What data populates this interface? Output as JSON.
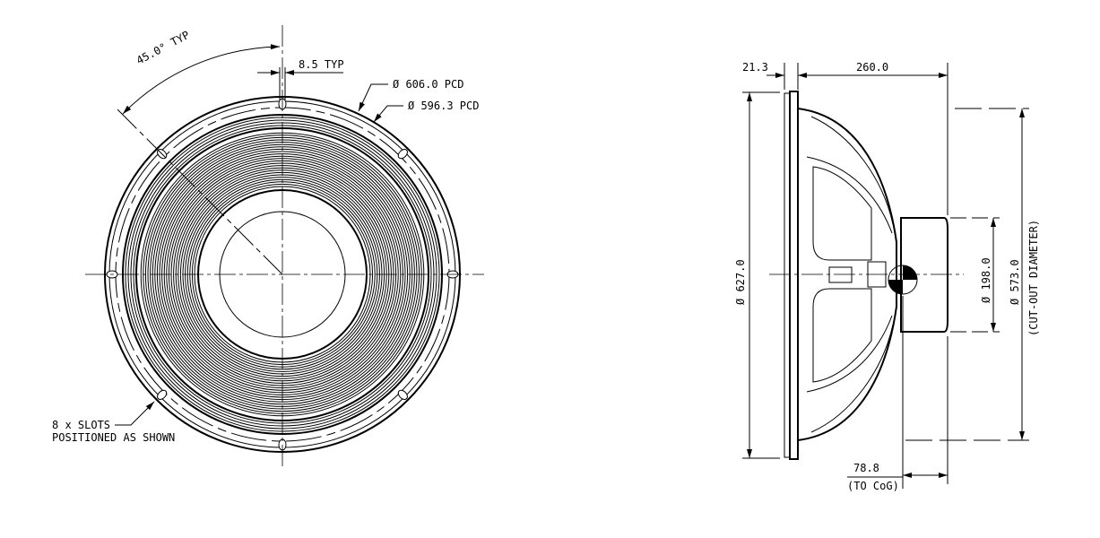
{
  "front_view": {
    "angle_label": "45.0° TYP",
    "slot_width_label": "8.5 TYP",
    "pcd_outer_label": "Ø 606.0 PCD",
    "pcd_inner_label": "Ø 596.3 PCD",
    "slots_note_line1": "8 x SLOTS",
    "slots_note_line2": "POSITIONED AS SHOWN"
  },
  "side_view": {
    "flange_thickness_label": "21.3",
    "depth_label": "260.0",
    "outer_diameter_label": "Ø 627.0",
    "magnet_diameter_label": "Ø 198.0",
    "cutout_diameter_label": "Ø 573.0",
    "cutout_note": "(CUT-OUT DIAMETER)",
    "cog_label": "78.8",
    "cog_note": "(TO CoG)"
  }
}
